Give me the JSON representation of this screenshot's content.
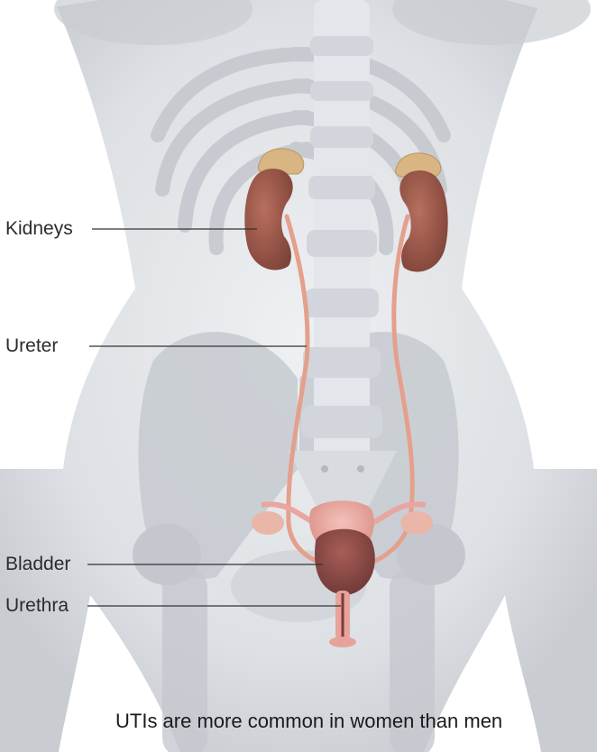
{
  "labels": {
    "kidneys": "Kidneys",
    "ureter": "Ureter",
    "bladder": "Bladder",
    "urethra": "Urethra"
  },
  "caption": "UTIs are more common in women than men",
  "colors": {
    "body": "#dcdfe3",
    "bone": "#c9cdd3",
    "kidney": "#9c5a4c",
    "adrenal": "#d9b583",
    "ureter": "#e4a08c",
    "uterus": "#e9a6a0",
    "bladder": "#8a4a48",
    "leader": "#333333"
  }
}
